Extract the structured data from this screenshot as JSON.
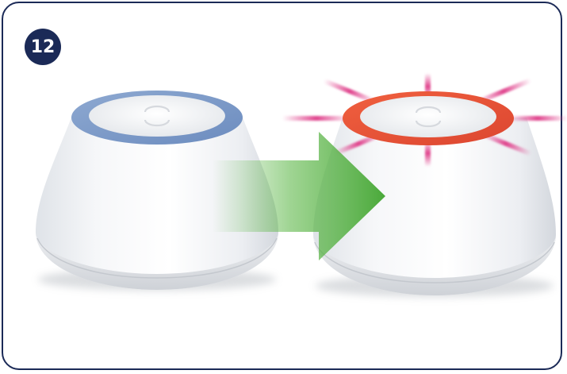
{
  "step": {
    "number": "12"
  },
  "colors": {
    "frame_border": "#1b2a57",
    "badge": "#1b2a57",
    "ring_idle": "#7f9ec9",
    "ring_active": "#e8533b",
    "glow_rays": "#e0458e",
    "arrow": "#5fb84a"
  },
  "devices": [
    {
      "state": "idle",
      "ring_color_name": "blue"
    },
    {
      "state": "active",
      "ring_color_name": "red",
      "glowing": true
    }
  ],
  "icons": [
    "button-icon",
    "arrow-right-icon",
    "glow-rays-icon"
  ]
}
